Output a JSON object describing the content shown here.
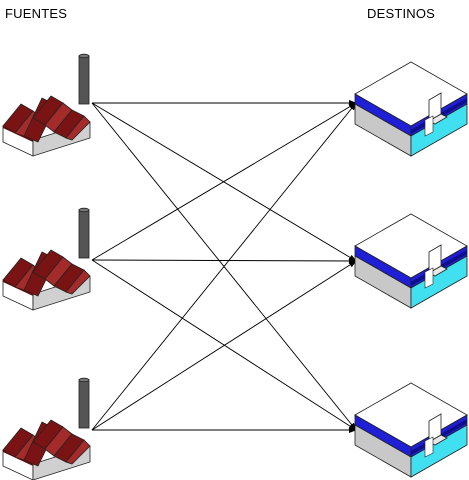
{
  "headers": {
    "sources": "FUENTES",
    "destinations": "DESTINOS"
  },
  "sources": [
    {
      "id": "source-1",
      "icon": "factory-icon"
    },
    {
      "id": "source-2",
      "icon": "factory-icon"
    },
    {
      "id": "source-3",
      "icon": "factory-icon"
    }
  ],
  "destinations": [
    {
      "id": "destination-1",
      "icon": "warehouse-icon"
    },
    {
      "id": "destination-2",
      "icon": "warehouse-icon"
    },
    {
      "id": "destination-3",
      "icon": "warehouse-icon"
    }
  ],
  "connections": [
    {
      "from": 0,
      "to": 0
    },
    {
      "from": 0,
      "to": 1
    },
    {
      "from": 0,
      "to": 2
    },
    {
      "from": 1,
      "to": 0
    },
    {
      "from": 1,
      "to": 1
    },
    {
      "from": 1,
      "to": 2
    },
    {
      "from": 2,
      "to": 0
    },
    {
      "from": 2,
      "to": 1
    },
    {
      "from": 2,
      "to": 2
    }
  ],
  "colors": {
    "factory_roof": "#7a1414",
    "factory_front": "#ffffff",
    "factory_side": "#d0d0d0",
    "chimney": "#555555",
    "warehouse_top": "#ffffff",
    "warehouse_band": "#1f1fd6",
    "warehouse_band_dark": "#0f0f8a",
    "warehouse_base": "#c8c8c8",
    "warehouse_cyan": "#40e0f0",
    "arrow": "#000000"
  }
}
